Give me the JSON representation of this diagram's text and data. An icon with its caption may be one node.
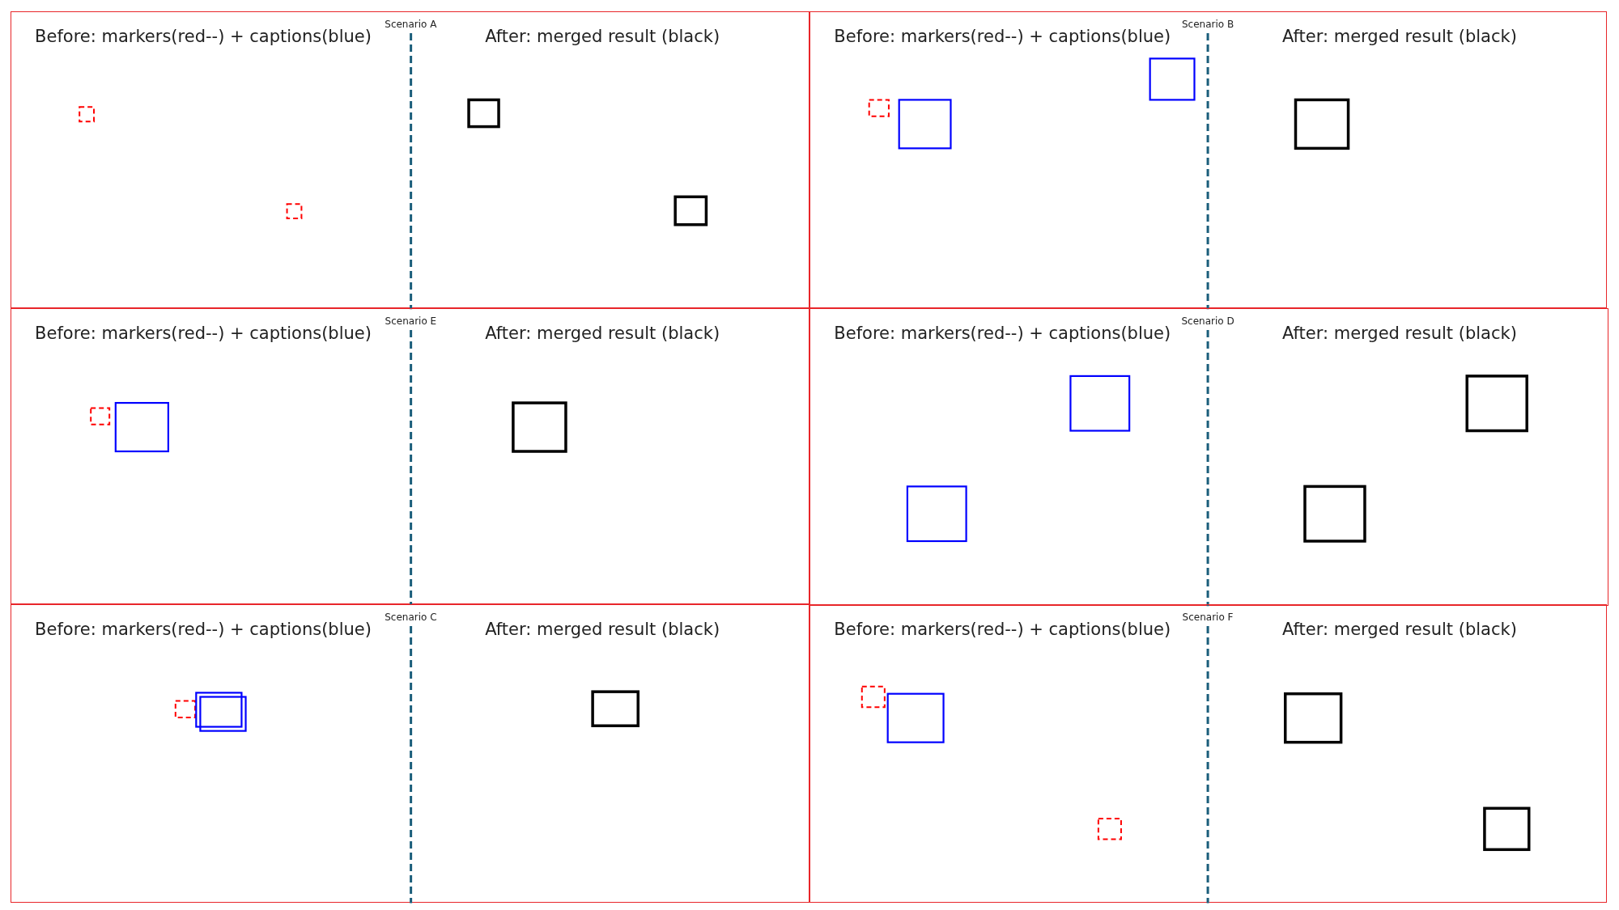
{
  "diagram": {
    "nodes": [
      {
        "text": [
          "Scenario A",
          "Before: markers(red--) + captions(blue)",
          "After: merged result (black)"
        ]
      },
      {
        "text": [
          "Scenario B",
          "Before: markers(red--) + captions(blue)",
          "After: merged result (black)"
        ]
      },
      {
        "text": [
          "Scenario E",
          "Before: markers(red--) + captions(blue)",
          "After: merged result (black)"
        ]
      },
      {
        "text": [
          "Scenario D",
          "Before: markers(red--) + captions(blue)",
          "After: merged result (black)"
        ]
      },
      {
        "text": [
          "Scenario C",
          "Before: markers(red--) + captions(blue)",
          "After: merged result (black)"
        ]
      },
      {
        "text": [
          "Scenario F",
          "Before: markers(red--) + captions(blue)",
          "After: merged result (black)"
        ]
      }
    ]
  }
}
